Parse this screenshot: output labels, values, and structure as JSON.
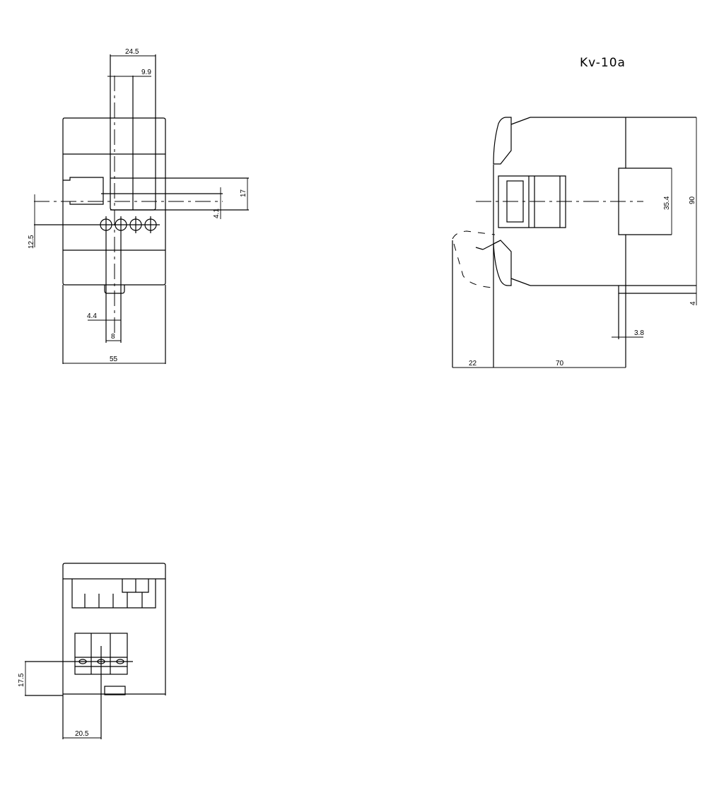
{
  "drawing": {
    "title": "Kv-10a",
    "line_color": "#000000",
    "background": "#ffffff"
  },
  "views": {
    "front": {
      "dimensions": {
        "top_width": "24.5",
        "top_offset": "9.9",
        "window_height": "17",
        "window_gap": "4.1",
        "hole_height": "12.5",
        "slot_offset": "4.4",
        "slot_width": "8",
        "overall_width": "55"
      },
      "terminal_count": 4
    },
    "side": {
      "dimensions": {
        "overall_height": "90",
        "rail_height": "35.4",
        "foot_height": "4",
        "foot_width": "3.8",
        "clip_depth": "22",
        "body_depth": "70"
      }
    },
    "bottom": {
      "dimensions": {
        "terminal_height": "17.5",
        "terminal_offset": "20.5"
      },
      "terminal_count": 3
    }
  }
}
